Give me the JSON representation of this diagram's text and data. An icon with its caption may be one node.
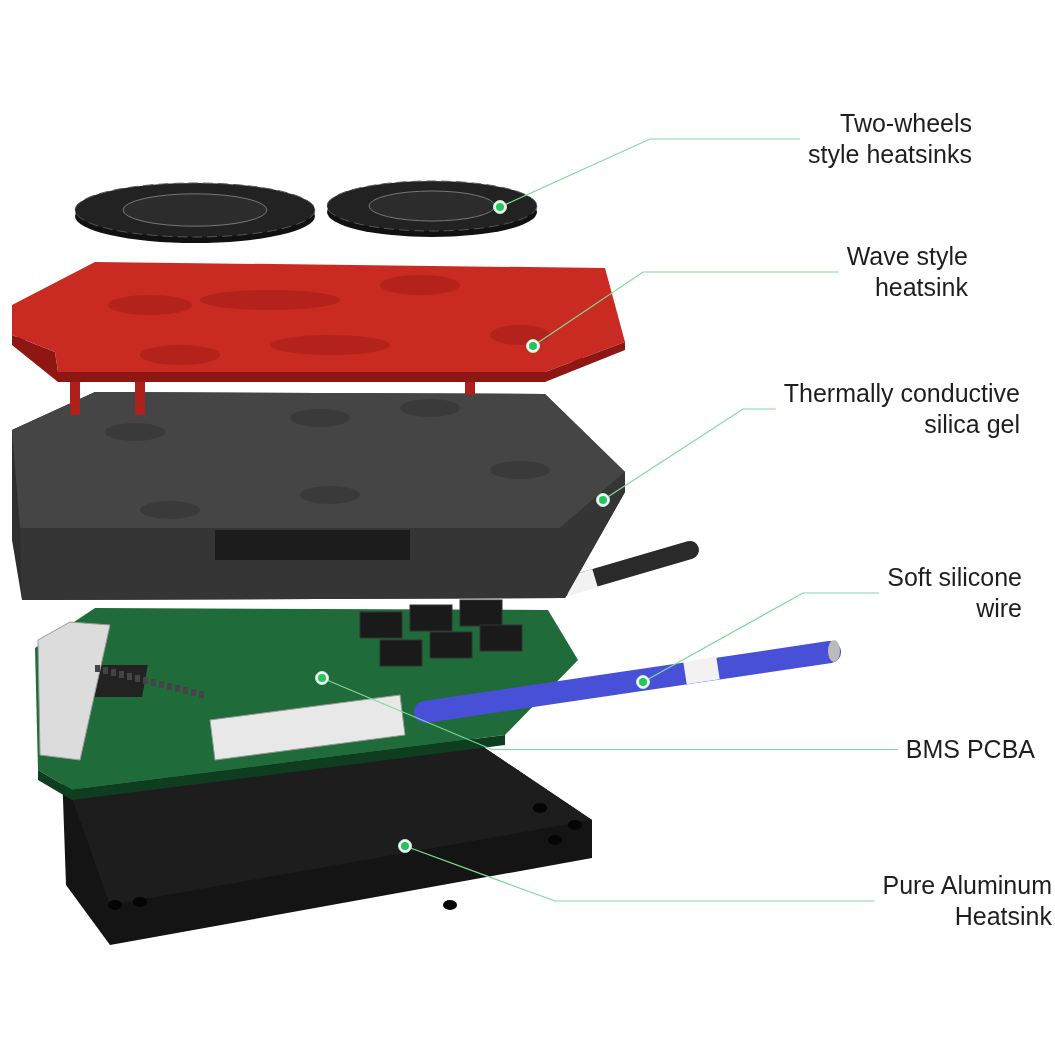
{
  "diagram": {
    "nodes": [
      {
        "text": [
          "Two-wheels style heatsinks"
        ]
      },
      {
        "text": [
          "Wave style heatsink"
        ]
      },
      {
        "text": [
          "Thermally conductive silica gel"
        ]
      },
      {
        "text": [
          "Soft silicone wire"
        ]
      },
      {
        "text": [
          "BMS PCBA"
        ]
      },
      {
        "text": [
          "Pure Aluminum Heatsink"
        ]
      },
      {
        "text": [],
        "shape": "picture"
      },
      {
        "text": [],
        "shape": "picture"
      },
      {
        "text": [],
        "shape": "picture"
      },
      {
        "text": [],
        "shape": "picture"
      },
      {
        "text": [],
        "shape": "picture"
      },
      {
        "text": [],
        "shape": "picture"
      }
    ],
    "edges": [
      {
        "from": 0,
        "to": 6,
        "arrow": "other"
      },
      {
        "from": 1,
        "to": 7,
        "arrow": "other"
      },
      {
        "from": 2,
        "to": 8,
        "arrow": "other"
      },
      {
        "from": 3,
        "to": 9,
        "arrow": "other"
      },
      {
        "from": 4,
        "to": 10,
        "arrow": "other"
      },
      {
        "from": 5,
        "to": 11,
        "arrow": "other"
      }
    ]
  }
}
